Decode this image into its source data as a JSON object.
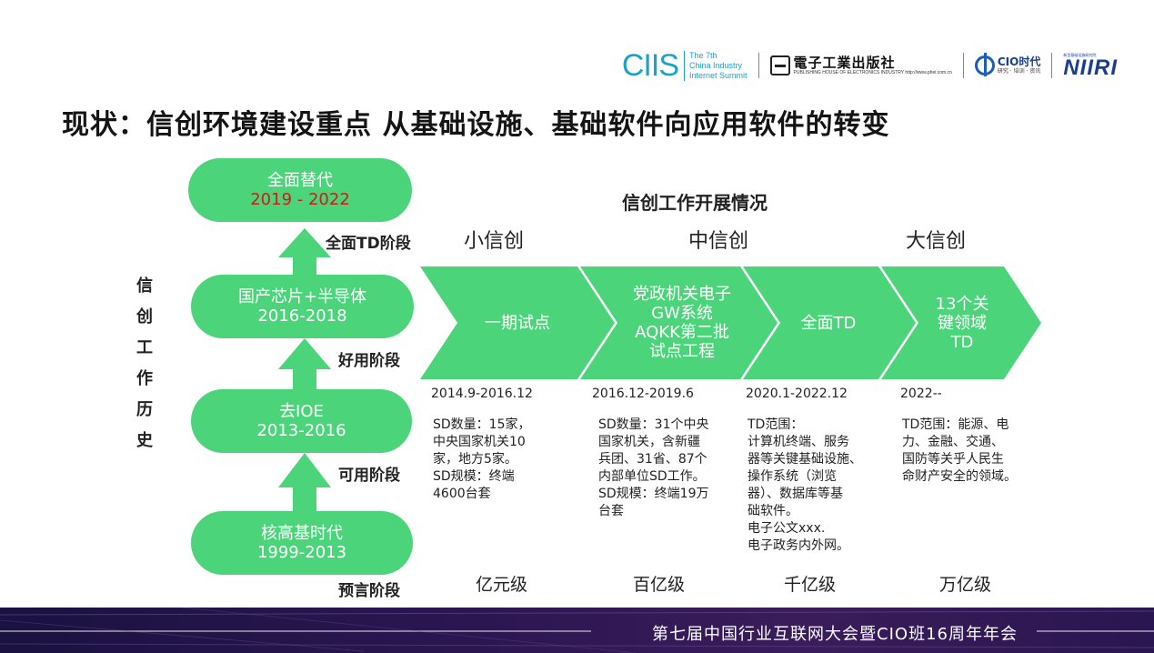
{
  "logos": {
    "ciis_mark": "CIIS",
    "ciis_line1": "The 7th",
    "ciis_line2": "China Industry",
    "ciis_line3": "Internet Summit",
    "phei_cn": "電子工業出版社",
    "phei_en": "PUBLISHING HOUSE OF ELECTRONICS INDUSTRY http://www.phei.com.cn",
    "cio_main": "CIO时代",
    "cio_sub": "研究 · 培训 · 资讯",
    "niiri_main": "NIIRI",
    "niiri_sub": "新型基础设施研究院"
  },
  "title": "现状：信创环境建设重点 从基础设施、基础软件向应用软件的转变",
  "history_label": [
    "信",
    "创",
    "工",
    "作",
    "历",
    "史"
  ],
  "eras": [
    {
      "name": "全面替代",
      "years": "2019 - 2022"
    },
    {
      "name": "国产芯片+半导体",
      "years": "2016-2018"
    },
    {
      "name": "去IOE",
      "years": "2013-2016"
    },
    {
      "name": "核高基时代",
      "years": "1999-2013"
    }
  ],
  "stages": [
    "全面TD阶段",
    "好用阶段",
    "可用阶段",
    "预言阶段"
  ],
  "section_title": "信创工作开展情况",
  "phases": [
    "小信创",
    "中信创",
    "大信创"
  ],
  "chevrons": [
    "一期试点",
    "党政机关电子\nGW系统\nAQKK第二批\n试点工程",
    "全面TD",
    "13个关\n键领域\nTD"
  ],
  "dates": [
    "2014.9-2016.12",
    "2016.12-2019.6",
    "2020.1-2022.12",
    "2022--"
  ],
  "descriptions": [
    [
      "SD数量：15家，",
      "中央国家机关10",
      "家，地方5家。",
      "SD规模：终端",
      "4600台套"
    ],
    [
      "SD数量：31个中央",
      "国家机关，含新疆",
      "兵团、31省、87个",
      "内部单位SD工作。",
      "SD规模：终端19万",
      "台套"
    ],
    [
      "TD范围：",
      "计算机终端、服务",
      "器等关键基础设施、",
      "操作系统（浏览",
      "器）、数据库等基",
      "础软件。",
      "电子公文xxx.",
      "电子政务内外网。"
    ],
    [
      "TD范围：能源、电",
      "力、金融、交通、",
      "国防等关乎人民生",
      "命财产安全的领域。"
    ]
  ],
  "scales": [
    "亿元级",
    "百亿级",
    "千亿级",
    "万亿级"
  ],
  "footer": "第七届中国行业互联网大会暨CIO班16周年年会",
  "colors": {
    "green": "#4cd47b",
    "red": "#cf1a1a",
    "footer_bg": "#2b1650",
    "ciis_blue": "#1aa3c9"
  }
}
